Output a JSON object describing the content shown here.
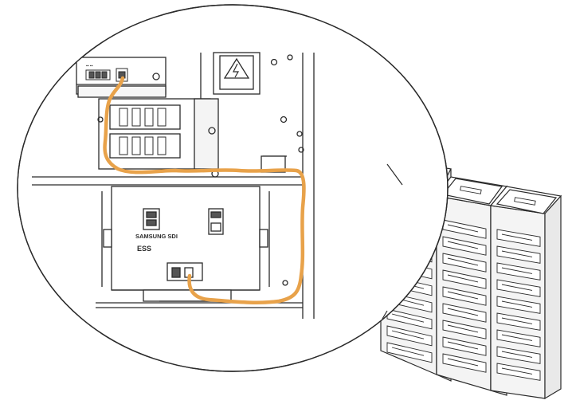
{
  "diagram": {
    "module_label_brand": "SAMSUNG SDI",
    "module_label_product": "ESS",
    "cable_color": "#e8a24a",
    "line_color": "#2b2b2b",
    "icons": {
      "warning": "high-voltage-warning-icon",
      "magnifier": "magnified-detail-circle",
      "rack": "battery-rack-illustration"
    }
  }
}
